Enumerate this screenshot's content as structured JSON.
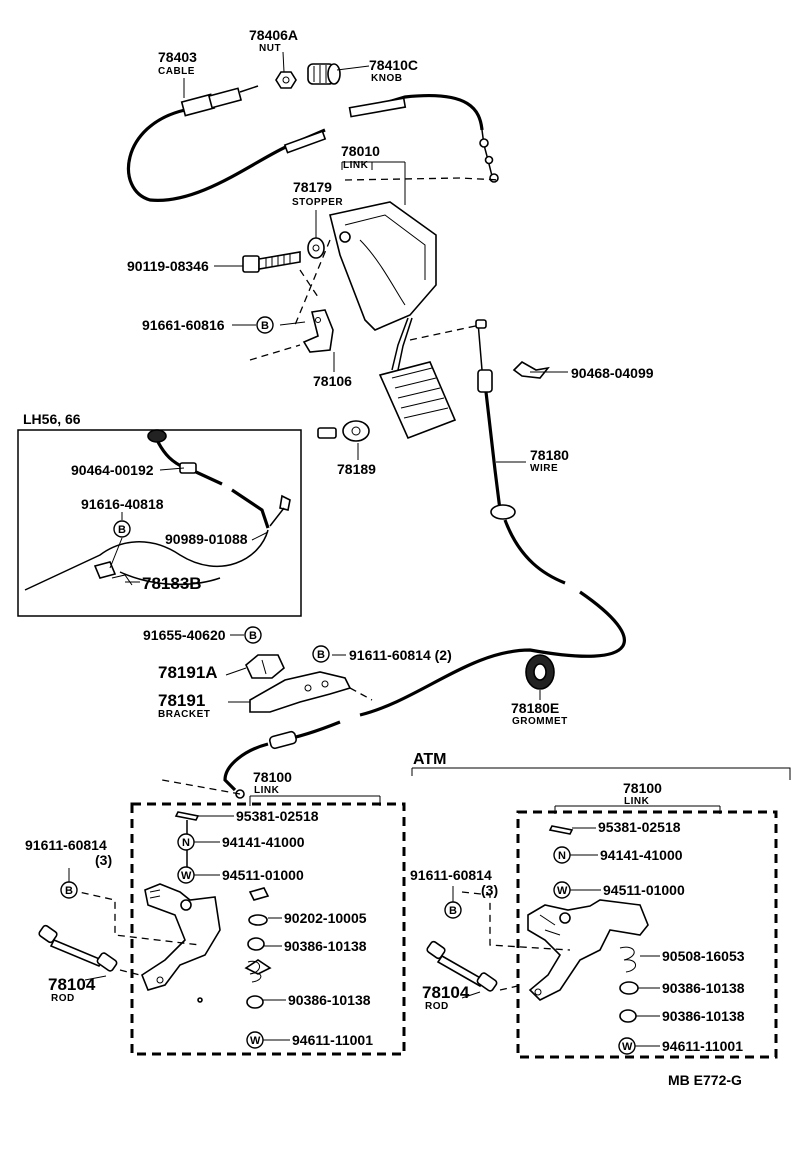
{
  "callouts": {
    "p78403": "78403",
    "p78403_sub": "CABLE",
    "p78406a": "78406A",
    "p78406a_sub": "NUT",
    "p78410c": "78410C",
    "p78410c_sub": "KNOB",
    "p78010": "78010",
    "p78010_sub": "LINK",
    "p78179": "78179",
    "p78179_sub": "STOPPER",
    "p90119": "90119-08346",
    "p91661": "91661-60816",
    "p78106": "78106",
    "p90468": "90468-04099",
    "p78189": "78189",
    "p78180": "78180",
    "p78180_sub": "WIRE",
    "p91655": "91655-40620",
    "p91611a": "91611-60814 (2)",
    "p78191a": "78191A",
    "p78191": "78191",
    "p78191_sub": "BRACKET",
    "p78180e": "78180E",
    "p78180e_sub": "GROMMET"
  },
  "inset": {
    "title": "LH56, 66",
    "p90464": "90464-00192",
    "p91616": "91616-40818",
    "p90989": "90989-01088",
    "p78183b": "78183B"
  },
  "mt_link": {
    "p78100": "78100",
    "p78100_sub": "LINK",
    "p95381": "95381-02518",
    "p94141": "94141-41000",
    "p94511": "94511-01000",
    "p90202": "90202-10005",
    "p90386a": "90386-10138",
    "p90386b": "90386-10138",
    "p94611": "94611-11001",
    "p91611": "91611-60814",
    "p91611_qty": "(3)",
    "p78104": "78104",
    "p78104_sub": "ROD"
  },
  "atm": {
    "title": "ATM",
    "p78100": "78100",
    "p78100_sub": "LINK",
    "p95381": "95381-02518",
    "p94141": "94141-41000",
    "p94511": "94511-01000",
    "p90508": "90508-16053",
    "p90386a": "90386-10138",
    "p90386b": "90386-10138",
    "p94611": "94611-11001",
    "p91611": "91611-60814",
    "p91611_qty": "(3)",
    "p78104": "78104",
    "p78104_sub": "ROD"
  },
  "codes": {
    "b": "B",
    "n": "N",
    "w": "W"
  },
  "footer": {
    "drawing_code": "MB  E772-G"
  }
}
